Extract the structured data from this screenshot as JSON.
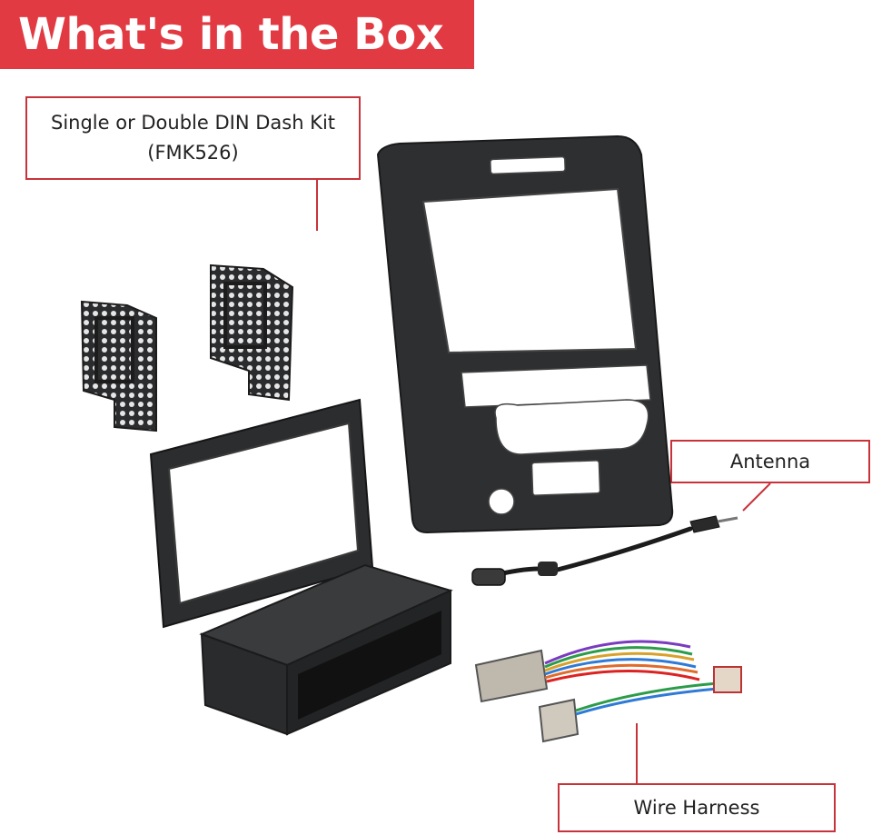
{
  "banner": {
    "title": "What's in the Box",
    "color": "#e23a43"
  },
  "callouts": {
    "dash_kit": {
      "line1": "Single or Double DIN Dash Kit",
      "line2": "(FMK526)"
    },
    "antenna": {
      "label": "Antenna"
    },
    "wire_harness": {
      "label": "Wire Harness"
    }
  },
  "colors": {
    "callout_border": "#c8333b",
    "plastic": "#2e2f31"
  }
}
